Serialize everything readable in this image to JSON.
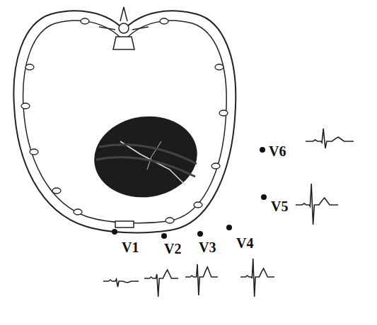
{
  "diagram": {
    "labels": [
      "V6",
      "V5",
      "V1",
      "V2",
      "V3",
      "V4"
    ]
  }
}
